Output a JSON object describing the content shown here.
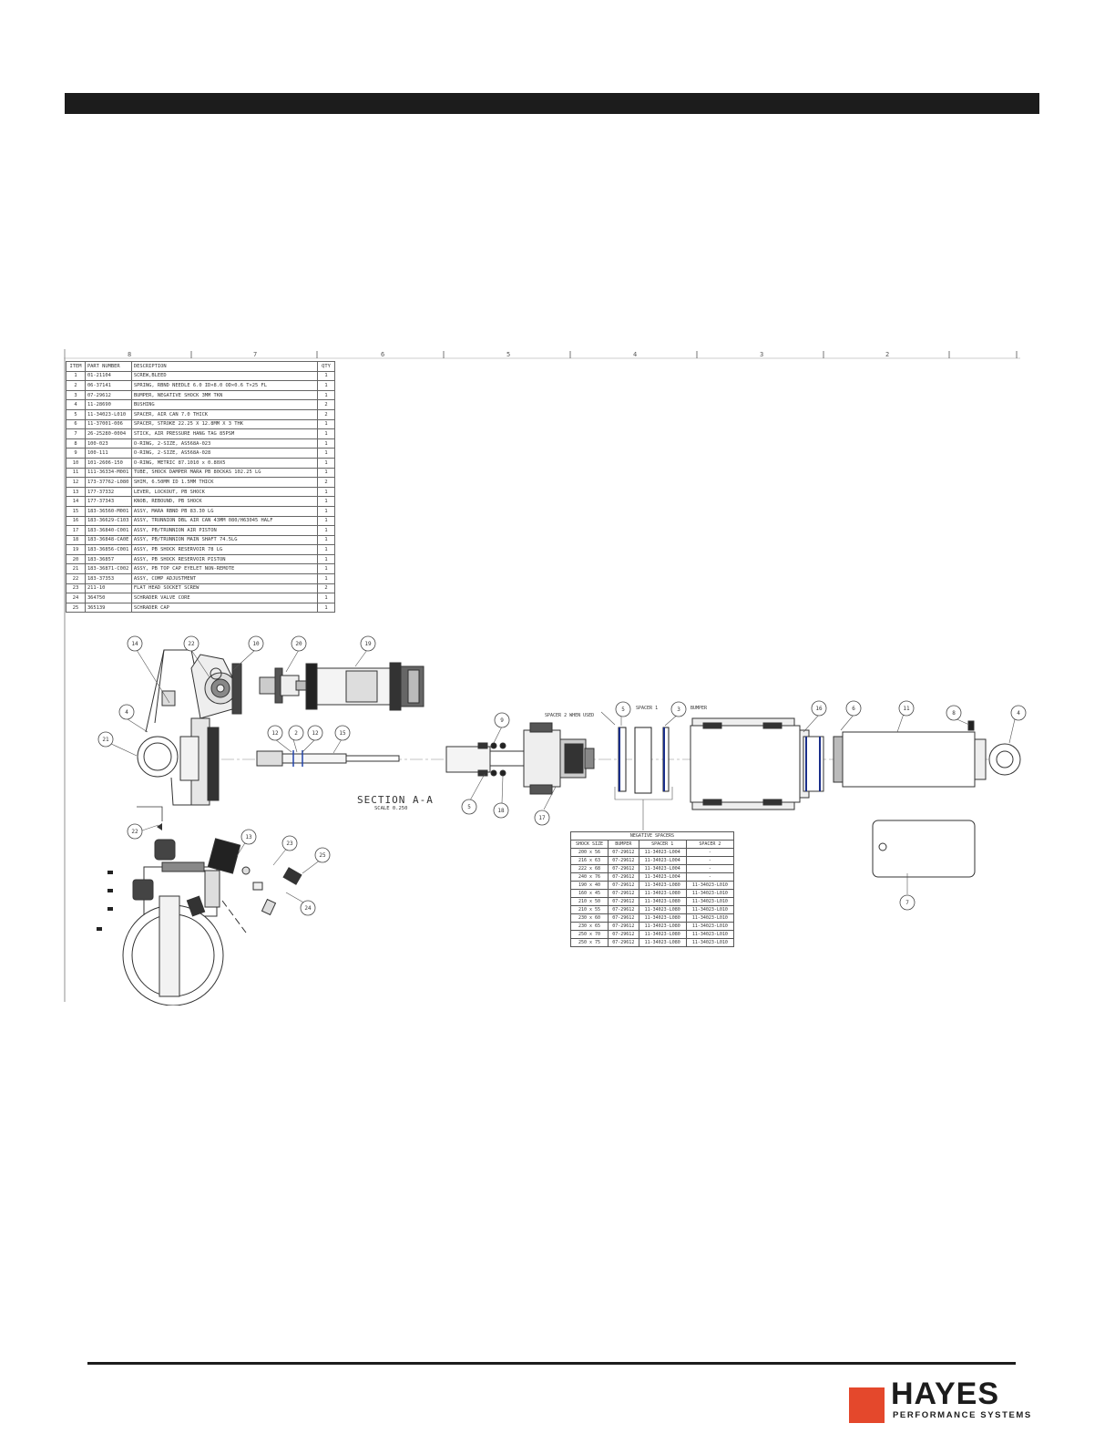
{
  "zones": [
    "8",
    "7",
    "6",
    "5",
    "4",
    "3",
    "2"
  ],
  "bom": {
    "headers": [
      "ITEM",
      "PART NUMBER",
      "DESCRIPTION",
      "QTY"
    ],
    "rows": [
      [
        "1",
        "01-21104",
        "SCREW,BLEED",
        "1"
      ],
      [
        "2",
        "06-37141",
        "SPRING, RBND NEEDLE 6.0 ID×8.0 OD×0.6 T×25 FL",
        "1"
      ],
      [
        "3",
        "07-29612",
        "BUMPER, NEGATIVE SHOCK 3MM TKN",
        "1"
      ],
      [
        "4",
        "11-28690",
        "BUSHING",
        "2"
      ],
      [
        "5",
        "11-34023-L010",
        "SPACER, AIR CAN 7.0 THICK",
        "2"
      ],
      [
        "6",
        "11-37001-006",
        "SPACER, STROKE 22.25 X 12.8MM X 3 THK",
        "1"
      ],
      [
        "7",
        "26-25280-0004",
        "STICK, AIR PRESSURE HANG TAG 85PSM",
        "1"
      ],
      [
        "8",
        "100-023",
        "O-RING, 2-SIZE, AS568A-023",
        "1"
      ],
      [
        "9",
        "100-111",
        "O-RING, 2-SIZE, AS568A-028",
        "1"
      ],
      [
        "10",
        "101-2606-150",
        "O-RING, METRIC 87.1010 x 0.80X5",
        "1"
      ],
      [
        "11",
        "111-36334-M001",
        "TUBE, SHOCK DAMPER MARA PB 80CKAS 102.25 LG",
        "1"
      ],
      [
        "12",
        "173-37762-L080",
        "SHIM, 6.50MM ID 1.5MM THICK",
        "2"
      ],
      [
        "13",
        "177-37332",
        "LEVER, LOCKOUT, PB SHOCK",
        "1"
      ],
      [
        "14",
        "177-37343",
        "KNOB, REBOUND, PB SHOCK",
        "1"
      ],
      [
        "15",
        "183-36560-M001",
        "ASSY, MARA RBND PB 83.30 LG",
        "1"
      ],
      [
        "16",
        "183-36629-C103",
        "ASSY, TRUNNION DBL AIR CAN 43MM 080/H63045 HALF",
        "1"
      ],
      [
        "17",
        "183-36840-C001",
        "ASSY, PB/TRUNNION AIR PISTON",
        "1"
      ],
      [
        "18",
        "183-36848-CA0E",
        "ASSY, PB/TRUNNION MAIN SHAFT 74.5LG",
        "1"
      ],
      [
        "19",
        "183-36856-C001",
        "ASSY, PB SHOCK RESERVOIR 78 LG",
        "1"
      ],
      [
        "20",
        "183-36857",
        "ASSY, PB SHOCK RESERVOIR PISTON",
        "1"
      ],
      [
        "21",
        "183-36871-C002",
        "ASSY, PB TOP CAP EYELET NON-REMOTE",
        "1"
      ],
      [
        "22",
        "183-37353",
        "ASSY, COMP ADJUSTMENT",
        "1"
      ],
      [
        "23",
        "211-10",
        "FLAT HEAD SOCKET SCREW",
        "2"
      ],
      [
        "24",
        "364750",
        "SCHRADER VALVE CORE",
        "1"
      ],
      [
        "25",
        "365139",
        "SCHRADER CAP",
        "1"
      ]
    ]
  },
  "negative_spacers": {
    "title": "NEGATIVE SPACERS",
    "headers": [
      "SHOCK SIZE",
      "BUMPER",
      "SPACER 1",
      "SPACER 2"
    ],
    "rows": [
      [
        "200 x 56",
        "07-29612",
        "11-34023-L004",
        "-"
      ],
      [
        "216 x 63",
        "07-29612",
        "11-34023-L004",
        "-"
      ],
      [
        "222 x 68",
        "07-29612",
        "11-34023-L004",
        "-"
      ],
      [
        "240 x 76",
        "07-29612",
        "11-34023-L004",
        "-"
      ],
      [
        "190 x 40",
        "07-29612",
        "11-34023-L080",
        "11-34023-L010"
      ],
      [
        "160 x 45",
        "07-29612",
        "11-34023-L080",
        "11-34023-L010"
      ],
      [
        "210 x 50",
        "07-29612",
        "11-34023-L080",
        "11-34023-L010"
      ],
      [
        "210 x 55",
        "07-29612",
        "11-34023-L080",
        "11-34023-L010"
      ],
      [
        "230 x 60",
        "07-29612",
        "11-34023-L080",
        "11-34023-L010"
      ],
      [
        "230 x 65",
        "07-29612",
        "11-34023-L080",
        "11-34023-L010"
      ],
      [
        "250 x 70",
        "07-29612",
        "11-34023-L080",
        "11-34023-L010"
      ],
      [
        "250 x 75",
        "07-29612",
        "11-34023-L080",
        "11-34023-L010"
      ]
    ]
  },
  "callouts": {
    "spacer2": "SPACER 2 WHEN USED",
    "spacer1": "SPACER 1",
    "bumper": "BUMPER"
  },
  "section": {
    "label": "SECTION  A-A",
    "scale": "SCALE  0.250"
  },
  "balloons": {
    "b14": "14",
    "b22a": "22",
    "b10": "10",
    "b20": "20",
    "b19": "19",
    "b4a": "4",
    "b21": "21",
    "b12a": "12",
    "b2": "2",
    "b12b": "12",
    "b15": "15",
    "b9": "9",
    "b5a": "5",
    "b3": "3",
    "b16": "16",
    "b6": "6",
    "b11": "11",
    "b8": "8",
    "b4b": "4",
    "b5b": "5",
    "b18": "18",
    "b17": "17",
    "b22b": "22",
    "b13": "13",
    "b23": "23",
    "b25": "25",
    "b24": "24",
    "b7": "7"
  },
  "brand": {
    "name": "HAYES",
    "subtitle": "PERFORMANCE SYSTEMS",
    "accent": "#e4482c"
  }
}
